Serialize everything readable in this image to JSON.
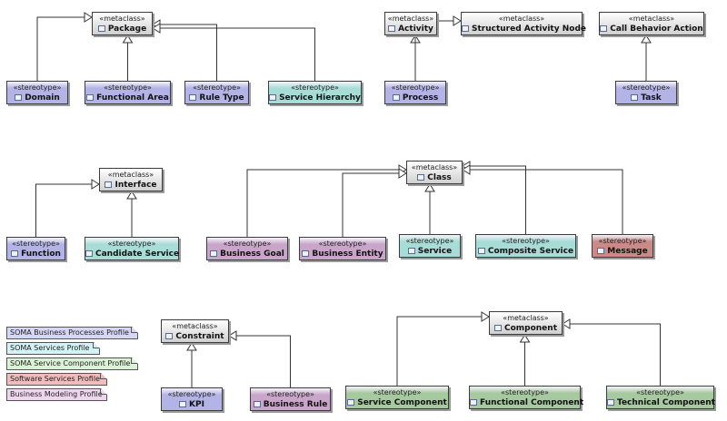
{
  "nodes": [
    {
      "id": "package",
      "keyword": "«metaclass»",
      "name": "Package",
      "profile": "metaclass"
    },
    {
      "id": "activity",
      "keyword": "«metaclass»",
      "name": "Activity",
      "profile": "metaclass"
    },
    {
      "id": "san",
      "keyword": "«metaclass»",
      "name": "Structured Activity Node",
      "profile": "metaclass"
    },
    {
      "id": "cba",
      "keyword": "«metaclass»",
      "name": "Call Behavior Action",
      "profile": "metaclass"
    },
    {
      "id": "domain",
      "keyword": "«stereotype»",
      "name": "Domain",
      "profile": "business_processes"
    },
    {
      "id": "farea",
      "keyword": "«stereotype»",
      "name": "Functional Area",
      "profile": "business_processes"
    },
    {
      "id": "ruletype",
      "keyword": "«stereotype»",
      "name": "Rule Type",
      "profile": "business_processes"
    },
    {
      "id": "svchier",
      "keyword": "«stereotype»",
      "name": "Service Hierarchy",
      "profile": "services"
    },
    {
      "id": "process",
      "keyword": "«stereotype»",
      "name": "Process",
      "profile": "business_processes"
    },
    {
      "id": "task",
      "keyword": "«stereotype»",
      "name": "Task",
      "profile": "business_processes"
    },
    {
      "id": "interface",
      "keyword": "«metaclass»",
      "name": "Interface",
      "profile": "metaclass"
    },
    {
      "id": "class",
      "keyword": "«metaclass»",
      "name": "Class",
      "profile": "metaclass"
    },
    {
      "id": "function",
      "keyword": "«stereotype»",
      "name": "Function",
      "profile": "business_processes"
    },
    {
      "id": "candsvc",
      "keyword": "«stereotype»",
      "name": "Candidate Service",
      "profile": "services"
    },
    {
      "id": "bgoal",
      "keyword": "«stereotype»",
      "name": "Business Goal",
      "profile": "business_modeling"
    },
    {
      "id": "bentity",
      "keyword": "«stereotype»",
      "name": "Business Entity",
      "profile": "business_modeling"
    },
    {
      "id": "service",
      "keyword": "«stereotype»",
      "name": "Service",
      "profile": "services"
    },
    {
      "id": "compsvc",
      "keyword": "«stereotype»",
      "name": "Composite Service",
      "profile": "services"
    },
    {
      "id": "message",
      "keyword": "«stereotype»",
      "name": "Message",
      "profile": "software_services"
    },
    {
      "id": "constraint",
      "keyword": "«metaclass»",
      "name": "Constraint",
      "profile": "metaclass"
    },
    {
      "id": "component",
      "keyword": "«metaclass»",
      "name": "Component",
      "profile": "metaclass"
    },
    {
      "id": "kpi",
      "keyword": "«stereotype»",
      "name": "KPI",
      "profile": "business_processes"
    },
    {
      "id": "brule",
      "keyword": "«stereotype»",
      "name": "Business Rule",
      "profile": "business_modeling"
    },
    {
      "id": "svccomp",
      "keyword": "«stereotype»",
      "name": "Service Component",
      "profile": "service_component"
    },
    {
      "id": "funccomp",
      "keyword": "«stereotype»",
      "name": "Functional Component",
      "profile": "service_component"
    },
    {
      "id": "techcomp",
      "keyword": "«stereotype»",
      "name": "Technical Component",
      "profile": "service_component"
    }
  ],
  "edges": [
    {
      "from": "domain",
      "to": "package"
    },
    {
      "from": "farea",
      "to": "package"
    },
    {
      "from": "ruletype",
      "to": "package"
    },
    {
      "from": "svchier",
      "to": "package"
    },
    {
      "from": "process",
      "to": "activity"
    },
    {
      "from": "process",
      "to": "san"
    },
    {
      "from": "task",
      "to": "cba"
    },
    {
      "from": "function",
      "to": "interface"
    },
    {
      "from": "candsvc",
      "to": "interface"
    },
    {
      "from": "bgoal",
      "to": "class"
    },
    {
      "from": "bentity",
      "to": "class"
    },
    {
      "from": "service",
      "to": "class"
    },
    {
      "from": "compsvc",
      "to": "class"
    },
    {
      "from": "message",
      "to": "class"
    },
    {
      "from": "kpi",
      "to": "constraint"
    },
    {
      "from": "brule",
      "to": "constraint"
    },
    {
      "from": "svccomp",
      "to": "component"
    },
    {
      "from": "funccomp",
      "to": "component"
    },
    {
      "from": "techcomp",
      "to": "component"
    }
  ],
  "legend": [
    {
      "label": "SOMA Business Processes Profile",
      "profile": "business_processes"
    },
    {
      "label": "SOMA Services Profile",
      "profile": "services"
    },
    {
      "label": "SOMA Service Component Profile",
      "profile": "service_component"
    },
    {
      "label": "Software Services Profile",
      "profile": "software_services"
    },
    {
      "label": "Business Modeling Profile",
      "profile": "business_modeling"
    }
  ],
  "colors": {
    "metaclass": "#d8d8d8",
    "business_processes": "#b3b3e6",
    "services": "#a8dcd6",
    "service_component": "#a6c9a0",
    "software_services": "#c98a88",
    "business_modeling": "#c9a5c9",
    "legend_business_processes": "#d6d6f6",
    "legend_services": "#d4f2f6",
    "legend_service_component": "#dcf2d6",
    "legend_software_services": "#f0bcbc",
    "legend_business_modeling": "#efd6ef"
  }
}
